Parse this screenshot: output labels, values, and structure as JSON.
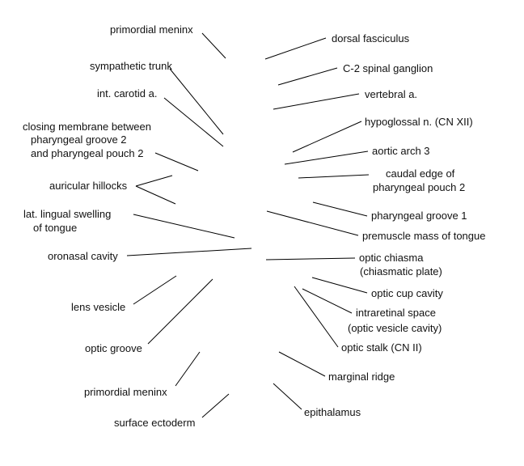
{
  "labels": {
    "primordial_meninx_top": "primordial meninx",
    "sympathetic_trunk": "sympathetic trunk",
    "int_carotid": "int. carotid a.",
    "closing_membrane": [
      "closing membrane between",
      "pharyngeal groove 2",
      "and pharyngeal pouch 2"
    ],
    "auricular_hillocks": "auricular hillocks",
    "lingual_swelling": [
      "lat. lingual swelling",
      "of tongue"
    ],
    "oronasal_cavity": "oronasal cavity",
    "lens_vesicle": "lens vesicle",
    "optic_groove": "optic groove",
    "primordial_meninx_bottom": "primordial meninx",
    "surface_ectoderm": "surface ectoderm",
    "dorsal_fasciculus": "dorsal fasciculus",
    "c2_spinal_ganglion": "C-2 spinal ganglion",
    "vertebral_a": "vertebral a.",
    "hypoglossal_n": "hypoglossal n. (CN XII)",
    "aortic_arch_3": "aortic arch 3",
    "caudal_edge": [
      "caudal edge of",
      "pharyngeal pouch 2"
    ],
    "pharyngeal_groove_1": "pharyngeal groove 1",
    "premuscle_mass": "premuscle mass of tongue",
    "optic_chiasma": [
      "optic chiasma",
      "(chiasmatic plate)"
    ],
    "optic_cup_cavity": "optic cup cavity",
    "intraretinal_space": [
      "intraretinal space",
      "(optic vesicle cavity)"
    ],
    "optic_stalk": "optic stalk (CN II)",
    "marginal_ridge": "marginal ridge",
    "epithalamus": "epithalamus"
  }
}
